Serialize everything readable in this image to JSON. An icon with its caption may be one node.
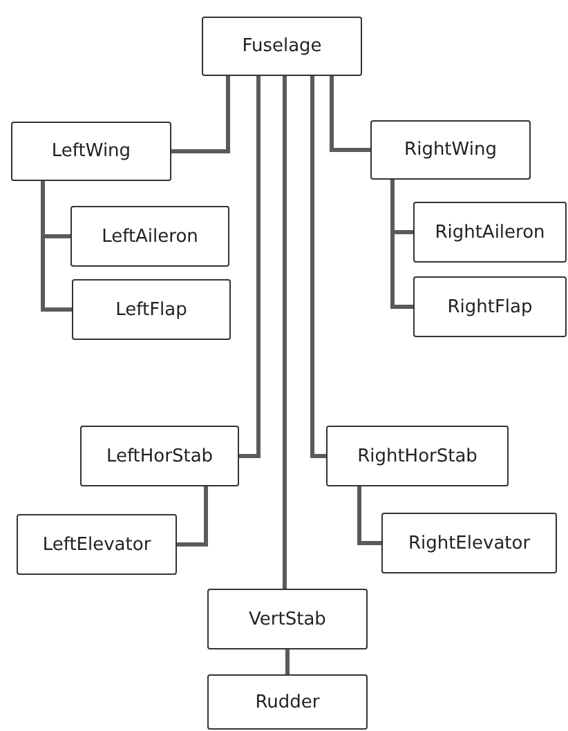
{
  "diagram": {
    "nodes": [
      {
        "text": [
          "Fuselage"
        ]
      },
      {
        "text": [
          "LeftWing"
        ]
      },
      {
        "text": [
          "RightWing"
        ]
      },
      {
        "text": [
          "LeftAileron"
        ]
      },
      {
        "text": [
          "RightAileron"
        ]
      },
      {
        "text": [
          "LeftFlap"
        ]
      },
      {
        "text": [
          "RightFlap"
        ]
      },
      {
        "text": [
          "LeftHorStab"
        ]
      },
      {
        "text": [
          "RightHorStab"
        ]
      },
      {
        "text": [
          "LeftElevator"
        ]
      },
      {
        "text": [
          "RightElevator"
        ]
      },
      {
        "text": [
          "VertStab"
        ]
      },
      {
        "text": [
          "Rudder"
        ]
      }
    ],
    "edges": [
      {
        "from": 0,
        "to": 1,
        "arrow": "none"
      },
      {
        "from": 0,
        "to": 7,
        "arrow": "none"
      },
      {
        "from": 0,
        "to": 11,
        "arrow": "none"
      },
      {
        "from": 0,
        "to": 8,
        "arrow": "none"
      },
      {
        "from": 0,
        "to": 2,
        "arrow": "none"
      },
      {
        "from": 1,
        "to": 3,
        "arrow": "none"
      },
      {
        "from": 1,
        "to": 5,
        "arrow": "none"
      },
      {
        "from": 2,
        "to": 4,
        "arrow": "none"
      },
      {
        "from": 2,
        "to": 6,
        "arrow": "none"
      },
      {
        "from": 7,
        "to": 9,
        "arrow": "none"
      },
      {
        "from": 8,
        "to": 10,
        "arrow": "none"
      },
      {
        "from": 11,
        "to": 12,
        "arrow": "none"
      }
    ]
  }
}
